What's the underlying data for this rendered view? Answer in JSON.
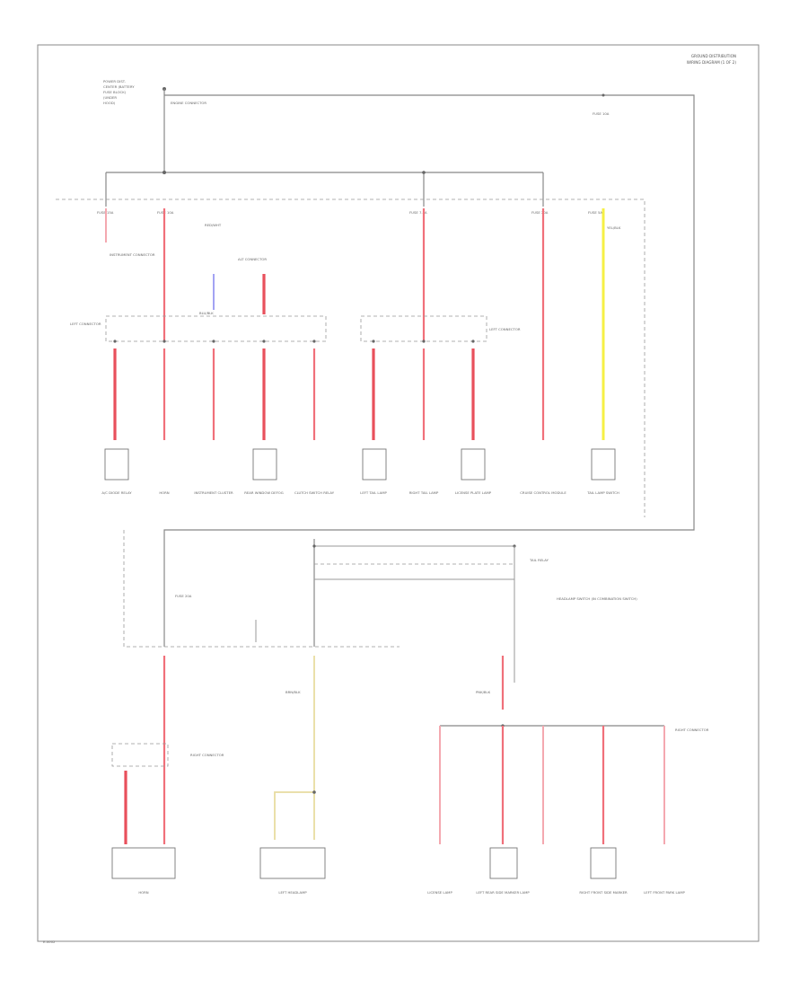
{
  "header": {
    "line1": "GROUND DISTRIBUTION",
    "line2": "WIRING DIAGRAM (1 OF 2)"
  },
  "source": {
    "label_lines": [
      "POWER DIST.",
      "CENTER (BATTERY",
      "FUSE BLOCK)",
      "(UNDER",
      "HOOD)"
    ]
  },
  "connectors": {
    "top": "ENGINE CONNECTOR",
    "left_mid": "LEFT CONNECTOR",
    "right_mid": "LEFT CONNECTOR",
    "splice_mid": "ALT CONNECTOR",
    "bottom_left": "RIGHT CONNECTOR",
    "bottom_right": "RIGHT CONNECTOR",
    "left_top_stub": "INSTRUMENT CONNECTOR"
  },
  "wire_codes": {
    "main": "RED/WHT",
    "blue": "BLU/BLK",
    "yellow": "YEL/BLK",
    "tan": "BRN/BLK",
    "pink": "PNK/BLK"
  },
  "fuse_labels": [
    "FUSE 15A",
    "FUSE 10A",
    "FUSE 7.5A",
    "FUSE 20A",
    "FUSE 5A"
  ],
  "top_components": [
    "A/C DIODE RELAY",
    "HORN",
    "INSTRUMENT CLUSTER",
    "REAR WINDOW DEFOG",
    "CLUTCH SWITCH RELAY",
    "LEFT TAIL LAMP",
    "RIGHT TAIL LAMP",
    "LICENSE PLATE LAMP",
    "CRUISE CONTROL MODULE",
    "TAIL LAMP SWITCH"
  ],
  "bottom_components": [
    "HORN",
    "LEFT HEADLAMP",
    "LICENSE LAMP",
    "LEFT REAR SIDE MARKER LAMP",
    "RIGHT FRONT SIDE MARKER",
    "LEFT FRONT PARK LAMP"
  ],
  "notes": {
    "relay": "TAIL RELAY",
    "switch": "HEADLAMP SWITCH (IN COMBINATION SWITCH)"
  },
  "footer": {
    "code": "E-0002"
  }
}
